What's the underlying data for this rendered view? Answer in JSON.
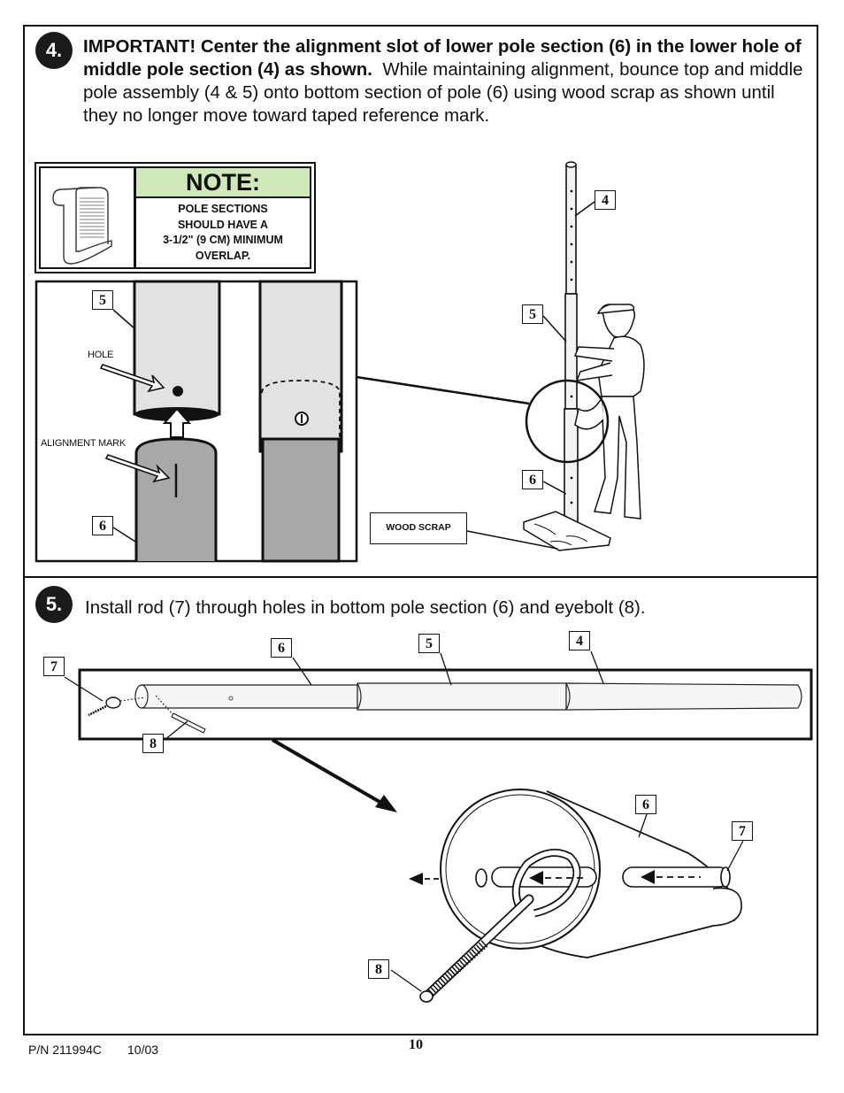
{
  "step4": {
    "number": "4.",
    "bold_text": "IMPORTANT! Center the alignment slot of lower pole section (6) in the lower hole of middle pole section (4) as shown.",
    "text": "While maintaining alignment, bounce top and middle pole assembly (4 & 5) onto bottom section of pole (6) using wood scrap as shown until they no longer move toward taped reference mark."
  },
  "note": {
    "title": "NOTE:",
    "line1": "POLE SECTIONS",
    "line2": "SHOULD HAVE A",
    "line3": "3-1/2\" (9 CM) MINIMUM",
    "line4": "OVERLAP."
  },
  "detail": {
    "hole_label": "HOLE",
    "alignment_label": "ALIGNMENT MARK",
    "wood_scrap_label": "WOOD SCRAP"
  },
  "callouts": {
    "c4": "4",
    "c5": "5",
    "c6": "6",
    "c7": "7",
    "c8": "8"
  },
  "step5": {
    "number": "5.",
    "text": "Install rod (7) through holes in bottom pole section (6) and eyebolt (8)."
  },
  "footer": {
    "part_number": "P/N 211994C",
    "date": "10/03",
    "page": "10"
  }
}
